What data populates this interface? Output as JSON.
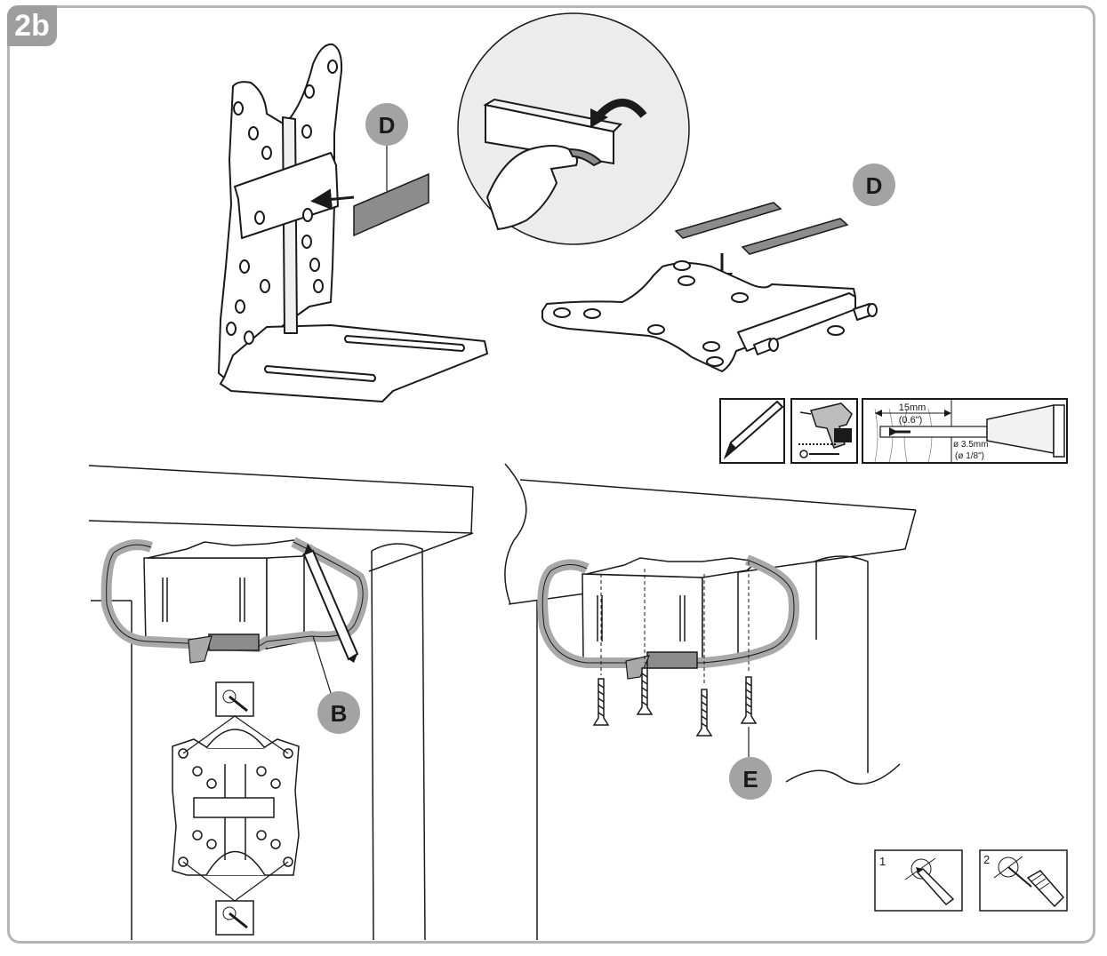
{
  "step": {
    "label": "2b"
  },
  "parts": {
    "d_top_left": "D",
    "d_top_right": "D",
    "b": "B",
    "e": "E"
  },
  "drill_info": {
    "depth": "15mm",
    "depth_in": "(0.6\")",
    "diameter": "ø 3.5mm",
    "diameter_in": "(ø 1/8\")"
  },
  "inset_steps": {
    "one": "1",
    "two": "2"
  },
  "colors": {
    "outline": "#1a1a1a",
    "badge": "#9d9d9d",
    "pad": "#8c8c8c",
    "strap": "#a9a9a9",
    "frame": "#b5b5b5",
    "zoom_circle": "#ececec"
  }
}
